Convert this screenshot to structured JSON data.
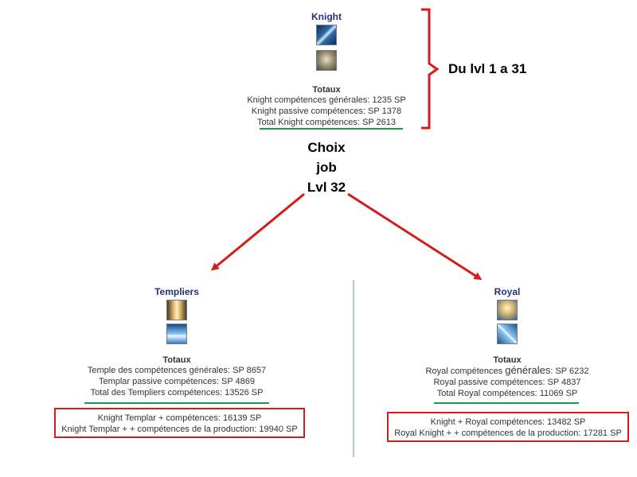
{
  "knight": {
    "title": "Knight",
    "icons": [
      "sword-skill-icon",
      "armor-skill-icon"
    ],
    "totaux": "Totaux",
    "lines": [
      "Knight compétences générales: 1235 SP",
      "Knight passive compétences: SP 1378",
      "Total Knight compétences: SP 2613"
    ]
  },
  "annotation": "Du lvl 1 a 31",
  "choice": [
    "Choix",
    "job",
    "Lvl 32"
  ],
  "templiers": {
    "title": "Templiers",
    "icons": [
      "shield-skill-icon",
      "light-skill-icon"
    ],
    "totaux": "Totaux",
    "lines": [
      "Temple des compétences générales: SP 8657",
      "Templar passive compétences: SP 4869",
      "Total des Templiers compétences: 13526 SP"
    ],
    "box": [
      "Knight Templar + compétences: 16139 SP",
      "Knight Templar + + compétences de la production: 19940 SP"
    ]
  },
  "royal": {
    "title": "Royal",
    "icons": [
      "crest-skill-icon",
      "slash-skill-icon"
    ],
    "totaux": "Totaux",
    "lines_prefix": "Royal compétences ",
    "lines_emph": "générales",
    "lines_suffix": ": SP 6232",
    "lines": [
      "Royal passive compétences: SP 4837",
      "Total Royal compétences: 11069 SP"
    ],
    "box": [
      "Knight + Royal compétences: 13482 SP",
      "Royal Knight + + compétences de la production: 17281 SP"
    ]
  },
  "colors": {
    "arrow": "#d71a1a",
    "underline": "#1a9a4a",
    "divider": "#5b8fd0",
    "title": "#27317a"
  }
}
